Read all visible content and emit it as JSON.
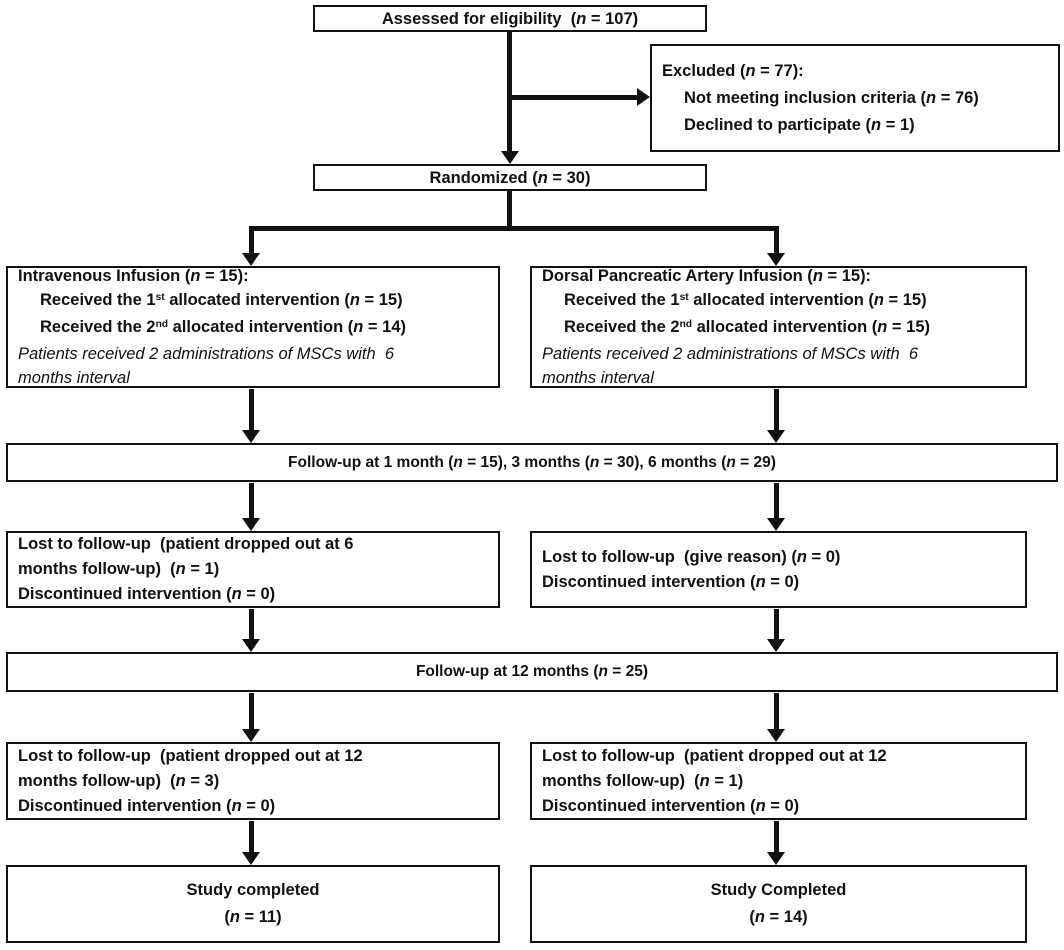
{
  "colors": {
    "background": "#ffffff",
    "line": "#111111",
    "text": "#111111"
  },
  "boxes": {
    "assessed": {
      "lines": [
        {
          "segments": [
            {
              "t": "Assessed for eligibility  ("
            },
            {
              "t": "n",
              "s": "bi"
            },
            {
              "t": " = 107)"
            }
          ]
        }
      ]
    },
    "excluded": {
      "lines": [
        {
          "segments": [
            {
              "t": "Excluded ("
            },
            {
              "t": "n",
              "s": "bi"
            },
            {
              "t": " = 77):"
            }
          ]
        },
        {
          "indent": true,
          "segments": [
            {
              "t": "Not meeting inclusion criteria ("
            },
            {
              "t": "n",
              "s": "bi"
            },
            {
              "t": " = 76)"
            }
          ]
        },
        {
          "indent": true,
          "segments": [
            {
              "t": "Declined to participate ("
            },
            {
              "t": "n",
              "s": "bi"
            },
            {
              "t": " = 1)"
            }
          ]
        }
      ]
    },
    "randomized": {
      "lines": [
        {
          "segments": [
            {
              "t": "Randomized ("
            },
            {
              "t": "n",
              "s": "bi"
            },
            {
              "t": " = 30)"
            }
          ]
        }
      ]
    },
    "arm_left": {
      "lines": [
        {
          "segments": [
            {
              "t": "Intravenous Infusion ("
            },
            {
              "t": "n",
              "s": "bi"
            },
            {
              "t": " = 15):"
            }
          ]
        },
        {
          "indent": true,
          "segments": [
            {
              "t": "Received the 1"
            },
            {
              "t": "st",
              "s": "sup"
            },
            {
              "t": " allocated intervention ("
            },
            {
              "t": "n",
              "s": "bi"
            },
            {
              "t": " = 15)"
            }
          ]
        },
        {
          "indent": true,
          "segments": [
            {
              "t": "Received the 2"
            },
            {
              "t": "nd",
              "s": "sup"
            },
            {
              "t": " allocated intervention ("
            },
            {
              "t": "n",
              "s": "bi"
            },
            {
              "t": " = 14)"
            }
          ]
        },
        {
          "segments": [
            {
              "t": "Patients received 2 administrations of MSCs with  6",
              "s": "i"
            }
          ]
        },
        {
          "segments": [
            {
              "t": "months interval",
              "s": "i"
            }
          ]
        }
      ]
    },
    "arm_right": {
      "lines": [
        {
          "segments": [
            {
              "t": "Dorsal Pancreatic Artery Infusion ("
            },
            {
              "t": "n",
              "s": "bi"
            },
            {
              "t": " = 15):"
            }
          ]
        },
        {
          "indent": true,
          "segments": [
            {
              "t": "Received the 1"
            },
            {
              "t": "st",
              "s": "sup"
            },
            {
              "t": " allocated intervention ("
            },
            {
              "t": "n",
              "s": "bi"
            },
            {
              "t": " = 15)"
            }
          ]
        },
        {
          "indent": true,
          "segments": [
            {
              "t": "Received the 2"
            },
            {
              "t": "nd",
              "s": "sup"
            },
            {
              "t": " allocated intervention ("
            },
            {
              "t": "n",
              "s": "bi"
            },
            {
              "t": " = 15)"
            }
          ]
        },
        {
          "segments": [
            {
              "t": "Patients received 2 administrations of MSCs with  6",
              "s": "i"
            }
          ]
        },
        {
          "segments": [
            {
              "t": "months interval",
              "s": "i"
            }
          ]
        }
      ]
    },
    "followup_early": {
      "lines": [
        {
          "segments": [
            {
              "t": "Follow-up at 1 month ("
            },
            {
              "t": "n",
              "s": "bi"
            },
            {
              "t": " = 15), 3 months ("
            },
            {
              "t": "n",
              "s": "bi"
            },
            {
              "t": " = 30), 6 months ("
            },
            {
              "t": "n",
              "s": "bi"
            },
            {
              "t": " = 29)"
            }
          ]
        }
      ]
    },
    "lost6_left": {
      "lines": [
        {
          "segments": [
            {
              "t": "Lost to follow-up  (patient dropped out at 6"
            }
          ]
        },
        {
          "segments": [
            {
              "t": "months follow-up)  ("
            },
            {
              "t": "n",
              "s": "bi"
            },
            {
              "t": " = 1)"
            }
          ]
        },
        {
          "segments": [
            {
              "t": "Discontinued intervention ("
            },
            {
              "t": "n",
              "s": "bi"
            },
            {
              "t": " = 0)"
            }
          ]
        }
      ]
    },
    "lost6_right": {
      "lines": [
        {
          "segments": [
            {
              "t": "Lost to follow-up  (give reason) ("
            },
            {
              "t": "n",
              "s": "bi"
            },
            {
              "t": " = 0)"
            }
          ]
        },
        {
          "segments": [
            {
              "t": "Discontinued intervention ("
            },
            {
              "t": "n",
              "s": "bi"
            },
            {
              "t": " = 0)"
            }
          ]
        }
      ]
    },
    "followup_12": {
      "lines": [
        {
          "segments": [
            {
              "t": "Follow-up at 12 months ("
            },
            {
              "t": "n",
              "s": "bi"
            },
            {
              "t": " = 25)"
            }
          ]
        }
      ]
    },
    "lost12_left": {
      "lines": [
        {
          "segments": [
            {
              "t": "Lost to follow-up  (patient dropped out at 12"
            }
          ]
        },
        {
          "segments": [
            {
              "t": "months follow-up)  ("
            },
            {
              "t": "n",
              "s": "bi"
            },
            {
              "t": " = 3)"
            }
          ]
        },
        {
          "segments": [
            {
              "t": "Discontinued intervention ("
            },
            {
              "t": "n",
              "s": "bi"
            },
            {
              "t": " = 0)"
            }
          ]
        }
      ]
    },
    "lost12_right": {
      "lines": [
        {
          "segments": [
            {
              "t": "Lost to follow-up  (patient dropped out at 12"
            }
          ]
        },
        {
          "segments": [
            {
              "t": "months follow-up)  ("
            },
            {
              "t": "n",
              "s": "bi"
            },
            {
              "t": " = 1)"
            }
          ]
        },
        {
          "segments": [
            {
              "t": "Discontinued intervention ("
            },
            {
              "t": "n",
              "s": "bi"
            },
            {
              "t": " = 0)"
            }
          ]
        }
      ]
    },
    "completed_left": {
      "lines": [
        {
          "segments": [
            {
              "t": "Study completed"
            }
          ]
        },
        {
          "segments": [
            {
              "t": "("
            },
            {
              "t": "n",
              "s": "bi"
            },
            {
              "t": " = 11)"
            }
          ]
        }
      ]
    },
    "completed_right": {
      "lines": [
        {
          "segments": [
            {
              "t": "Study Completed"
            }
          ]
        },
        {
          "segments": [
            {
              "t": "("
            },
            {
              "t": "n",
              "s": "bi"
            },
            {
              "t": " = 14)"
            }
          ]
        }
      ]
    }
  }
}
